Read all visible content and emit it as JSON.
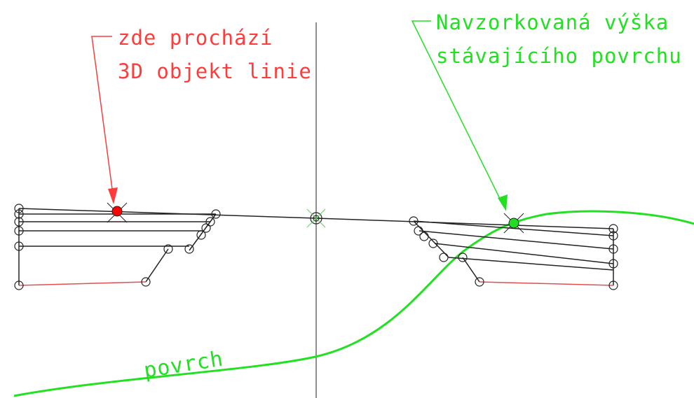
{
  "annotations": {
    "line3d": {
      "lines": [
        "zde prochází",
        "3D objekt linie"
      ],
      "color": "#ff3b3b"
    },
    "surveyed": {
      "lines": [
        "Navzorkovaná výška",
        "stávajícího povrchu"
      ],
      "color": "#22e022"
    },
    "surface": {
      "label": "povrch",
      "color": "#22e022"
    }
  },
  "colors": {
    "lines": "#222222",
    "bottom_links": "#e05050",
    "marker_red": "#ff0000",
    "marker_green": "#22dd22",
    "center_marker": "#66cc66"
  }
}
